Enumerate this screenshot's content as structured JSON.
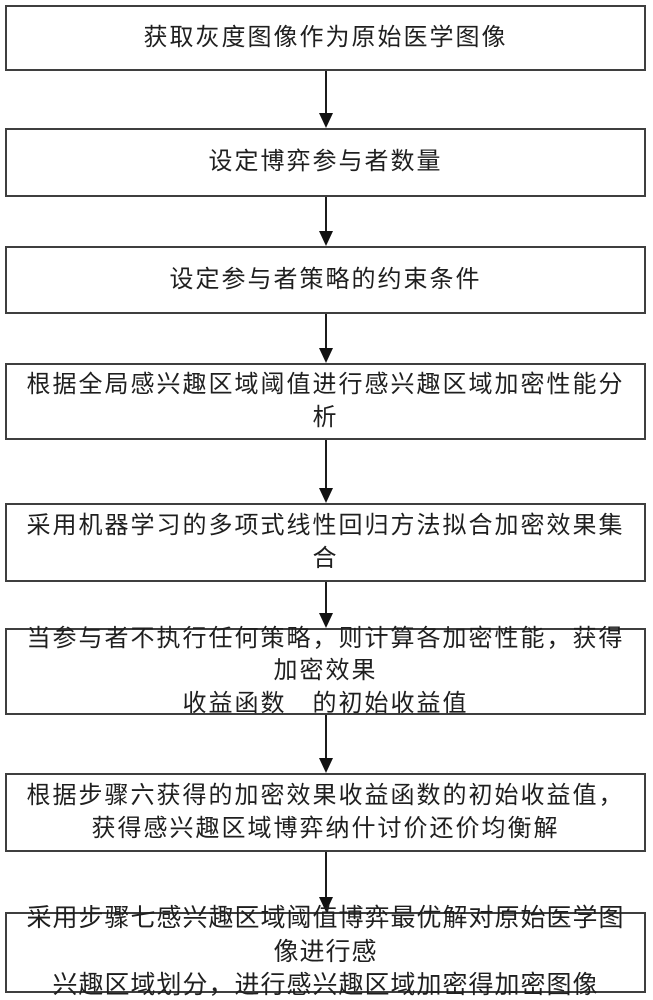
{
  "figure": {
    "type": "flowchart",
    "background_color": "#ffffff",
    "box_border_color": "#3f3f3f",
    "text_color": "#1f1f1f",
    "arrow_color": "#111111"
  },
  "flowchart": {
    "steps": [
      {
        "text": "获取灰度图像作为原始医学图像"
      },
      {
        "text": "设定博弈参与者数量"
      },
      {
        "text": "设定参与者策略的约束条件"
      },
      {
        "text": "根据全局感兴趣区域阈值进行感兴趣区域加密性能分析"
      },
      {
        "text": "采用机器学习的多项式线性回归方法拟合加密效果集合"
      },
      {
        "text": "当参与者不执行任何策略，则计算各加密性能，获得加密效果\n收益函数　的初始收益值"
      },
      {
        "text": "根据步骤六获得的加密效果收益函数的初始收益值，\n获得感兴趣区域博弈纳什讨价还价均衡解"
      },
      {
        "text": "采用步骤七感兴趣区域阈值博弈最优解对原始医学图像进行感\n兴趣区域划分，进行感兴趣区域加密得加密图像"
      }
    ]
  }
}
